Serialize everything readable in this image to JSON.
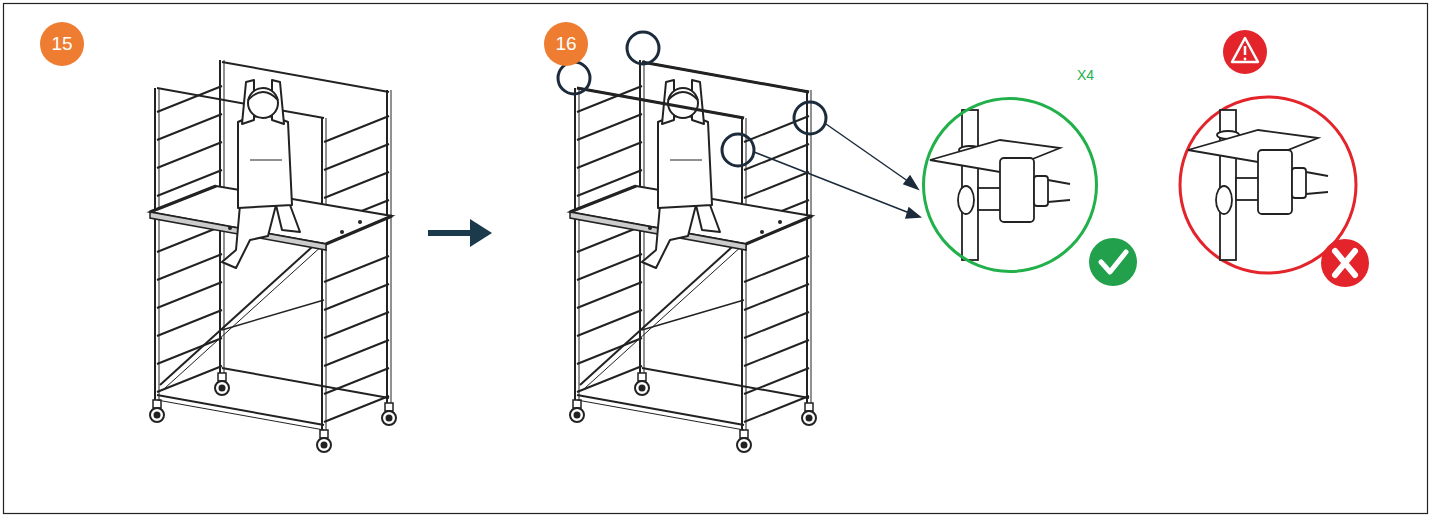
{
  "diagram": {
    "nodes": [
      {
        "text": [
          "15"
        ]
      },
      {
        "text": [
          "16"
        ]
      },
      {
        "text": [
          "X4"
        ]
      }
    ]
  }
}
